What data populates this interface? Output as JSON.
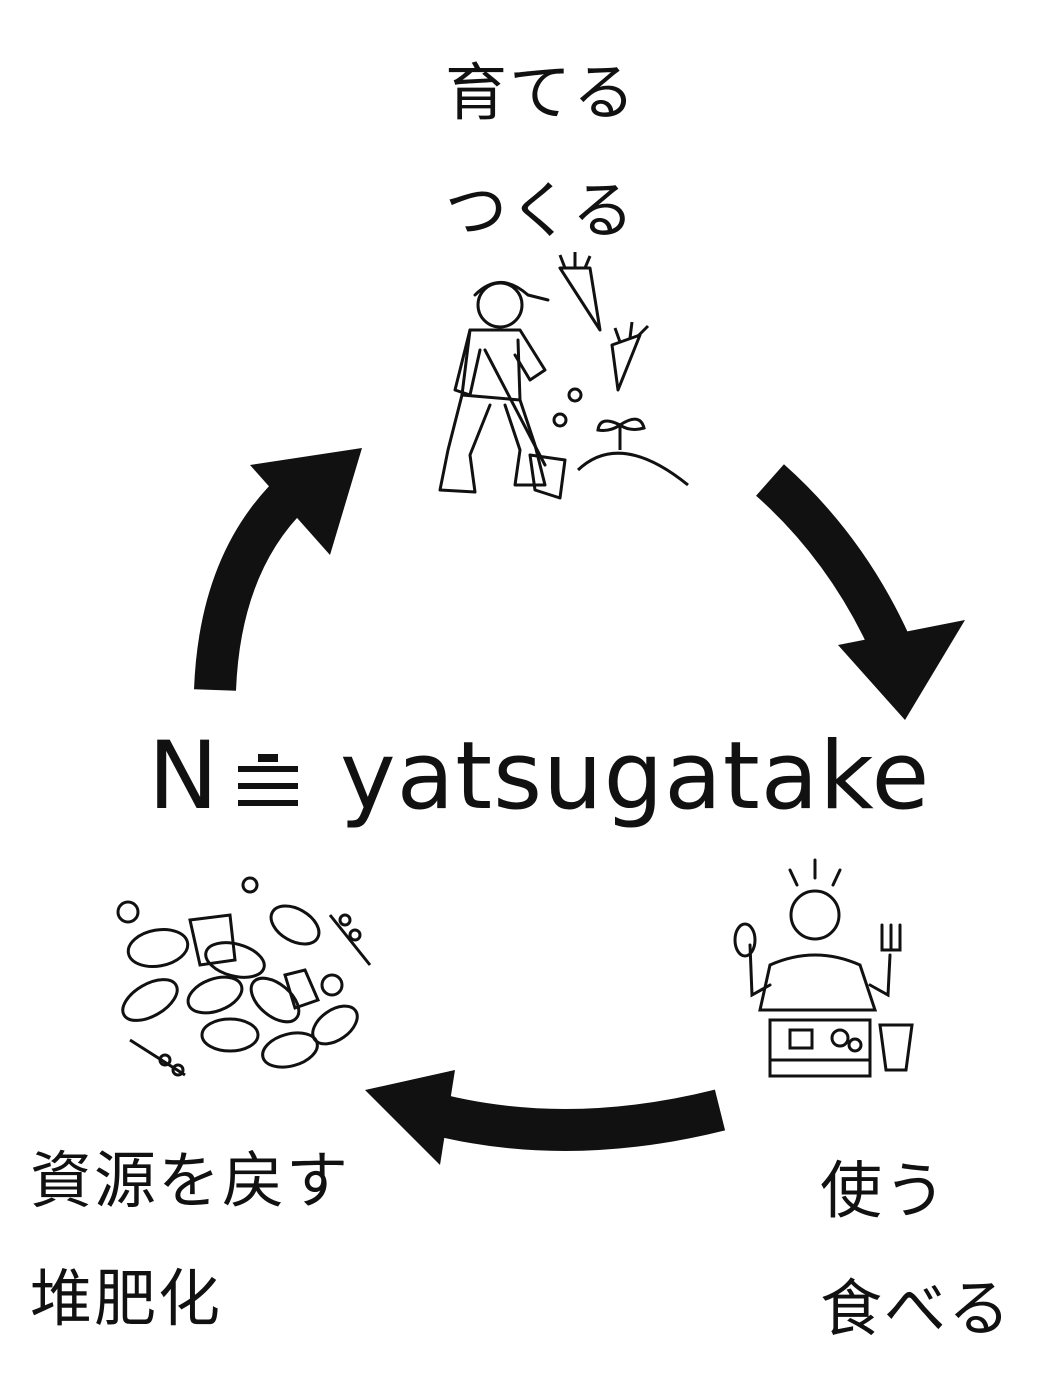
{
  "stages": {
    "grow": {
      "line1": "育てる",
      "line2": "つくる"
    },
    "eat": {
      "line1": "使う",
      "line2": "食べる"
    },
    "return": {
      "line1": "資源を戻す",
      "line2": "堆肥化"
    }
  },
  "logo": {
    "initial": "N",
    "word": "yatsugatake"
  },
  "icons": [
    "farmer-icon",
    "carrot-icon",
    "sprout-icon",
    "eating-person-icon",
    "bento-icon",
    "cup-icon",
    "compost-leaves-icon"
  ],
  "colors": {
    "ink": "#111111",
    "background": "#ffffff"
  }
}
